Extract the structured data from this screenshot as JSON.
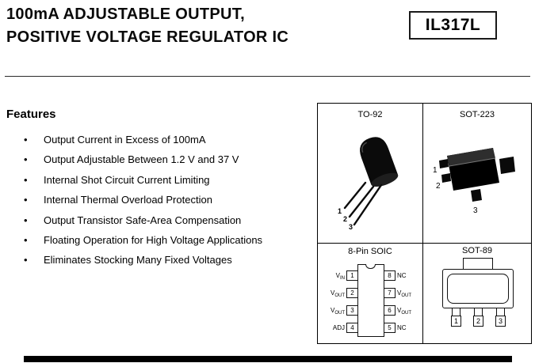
{
  "doc": {
    "title_line1": "100mA ADJUSTABLE OUTPUT,",
    "title_line2": "POSITIVE VOLTAGE REGULATOR IC",
    "part_number": "IL317L"
  },
  "features": {
    "heading": "Features",
    "bullet": "•",
    "items": [
      "Output Current in Excess of 100mA",
      "Output Adjustable Between 1.2 V and 37 V",
      "Internal Shot Circuit Current Limiting",
      "Internal Thermal Overload Protection",
      "Output Transistor Safe-Area Compensation",
      "Floating Operation for High Voltage Applications",
      "Eliminates Stocking Many Fixed Voltages"
    ]
  },
  "packages": {
    "to92": {
      "label": "TO-92",
      "pins": [
        "1",
        "2",
        "3"
      ]
    },
    "sot223": {
      "label": "SOT-223",
      "pins": [
        "1",
        "2",
        "3"
      ]
    },
    "soic": {
      "label": "8-Pin SOIC",
      "left_pins": [
        {
          "num": "1",
          "base": "V",
          "sub": "IN"
        },
        {
          "num": "2",
          "base": "V",
          "sub": "OUT"
        },
        {
          "num": "3",
          "base": "V",
          "sub": "OUT"
        },
        {
          "num": "4",
          "base": "ADJ",
          "sub": ""
        }
      ],
      "right_pins": [
        {
          "num": "8",
          "base": "NC",
          "sub": ""
        },
        {
          "num": "7",
          "base": "V",
          "sub": "OUT"
        },
        {
          "num": "6",
          "base": "V",
          "sub": "OUT"
        },
        {
          "num": "5",
          "base": "NC",
          "sub": ""
        }
      ]
    },
    "sot89": {
      "label": "SOT-89",
      "pins": [
        "1",
        "2",
        "3"
      ]
    }
  }
}
